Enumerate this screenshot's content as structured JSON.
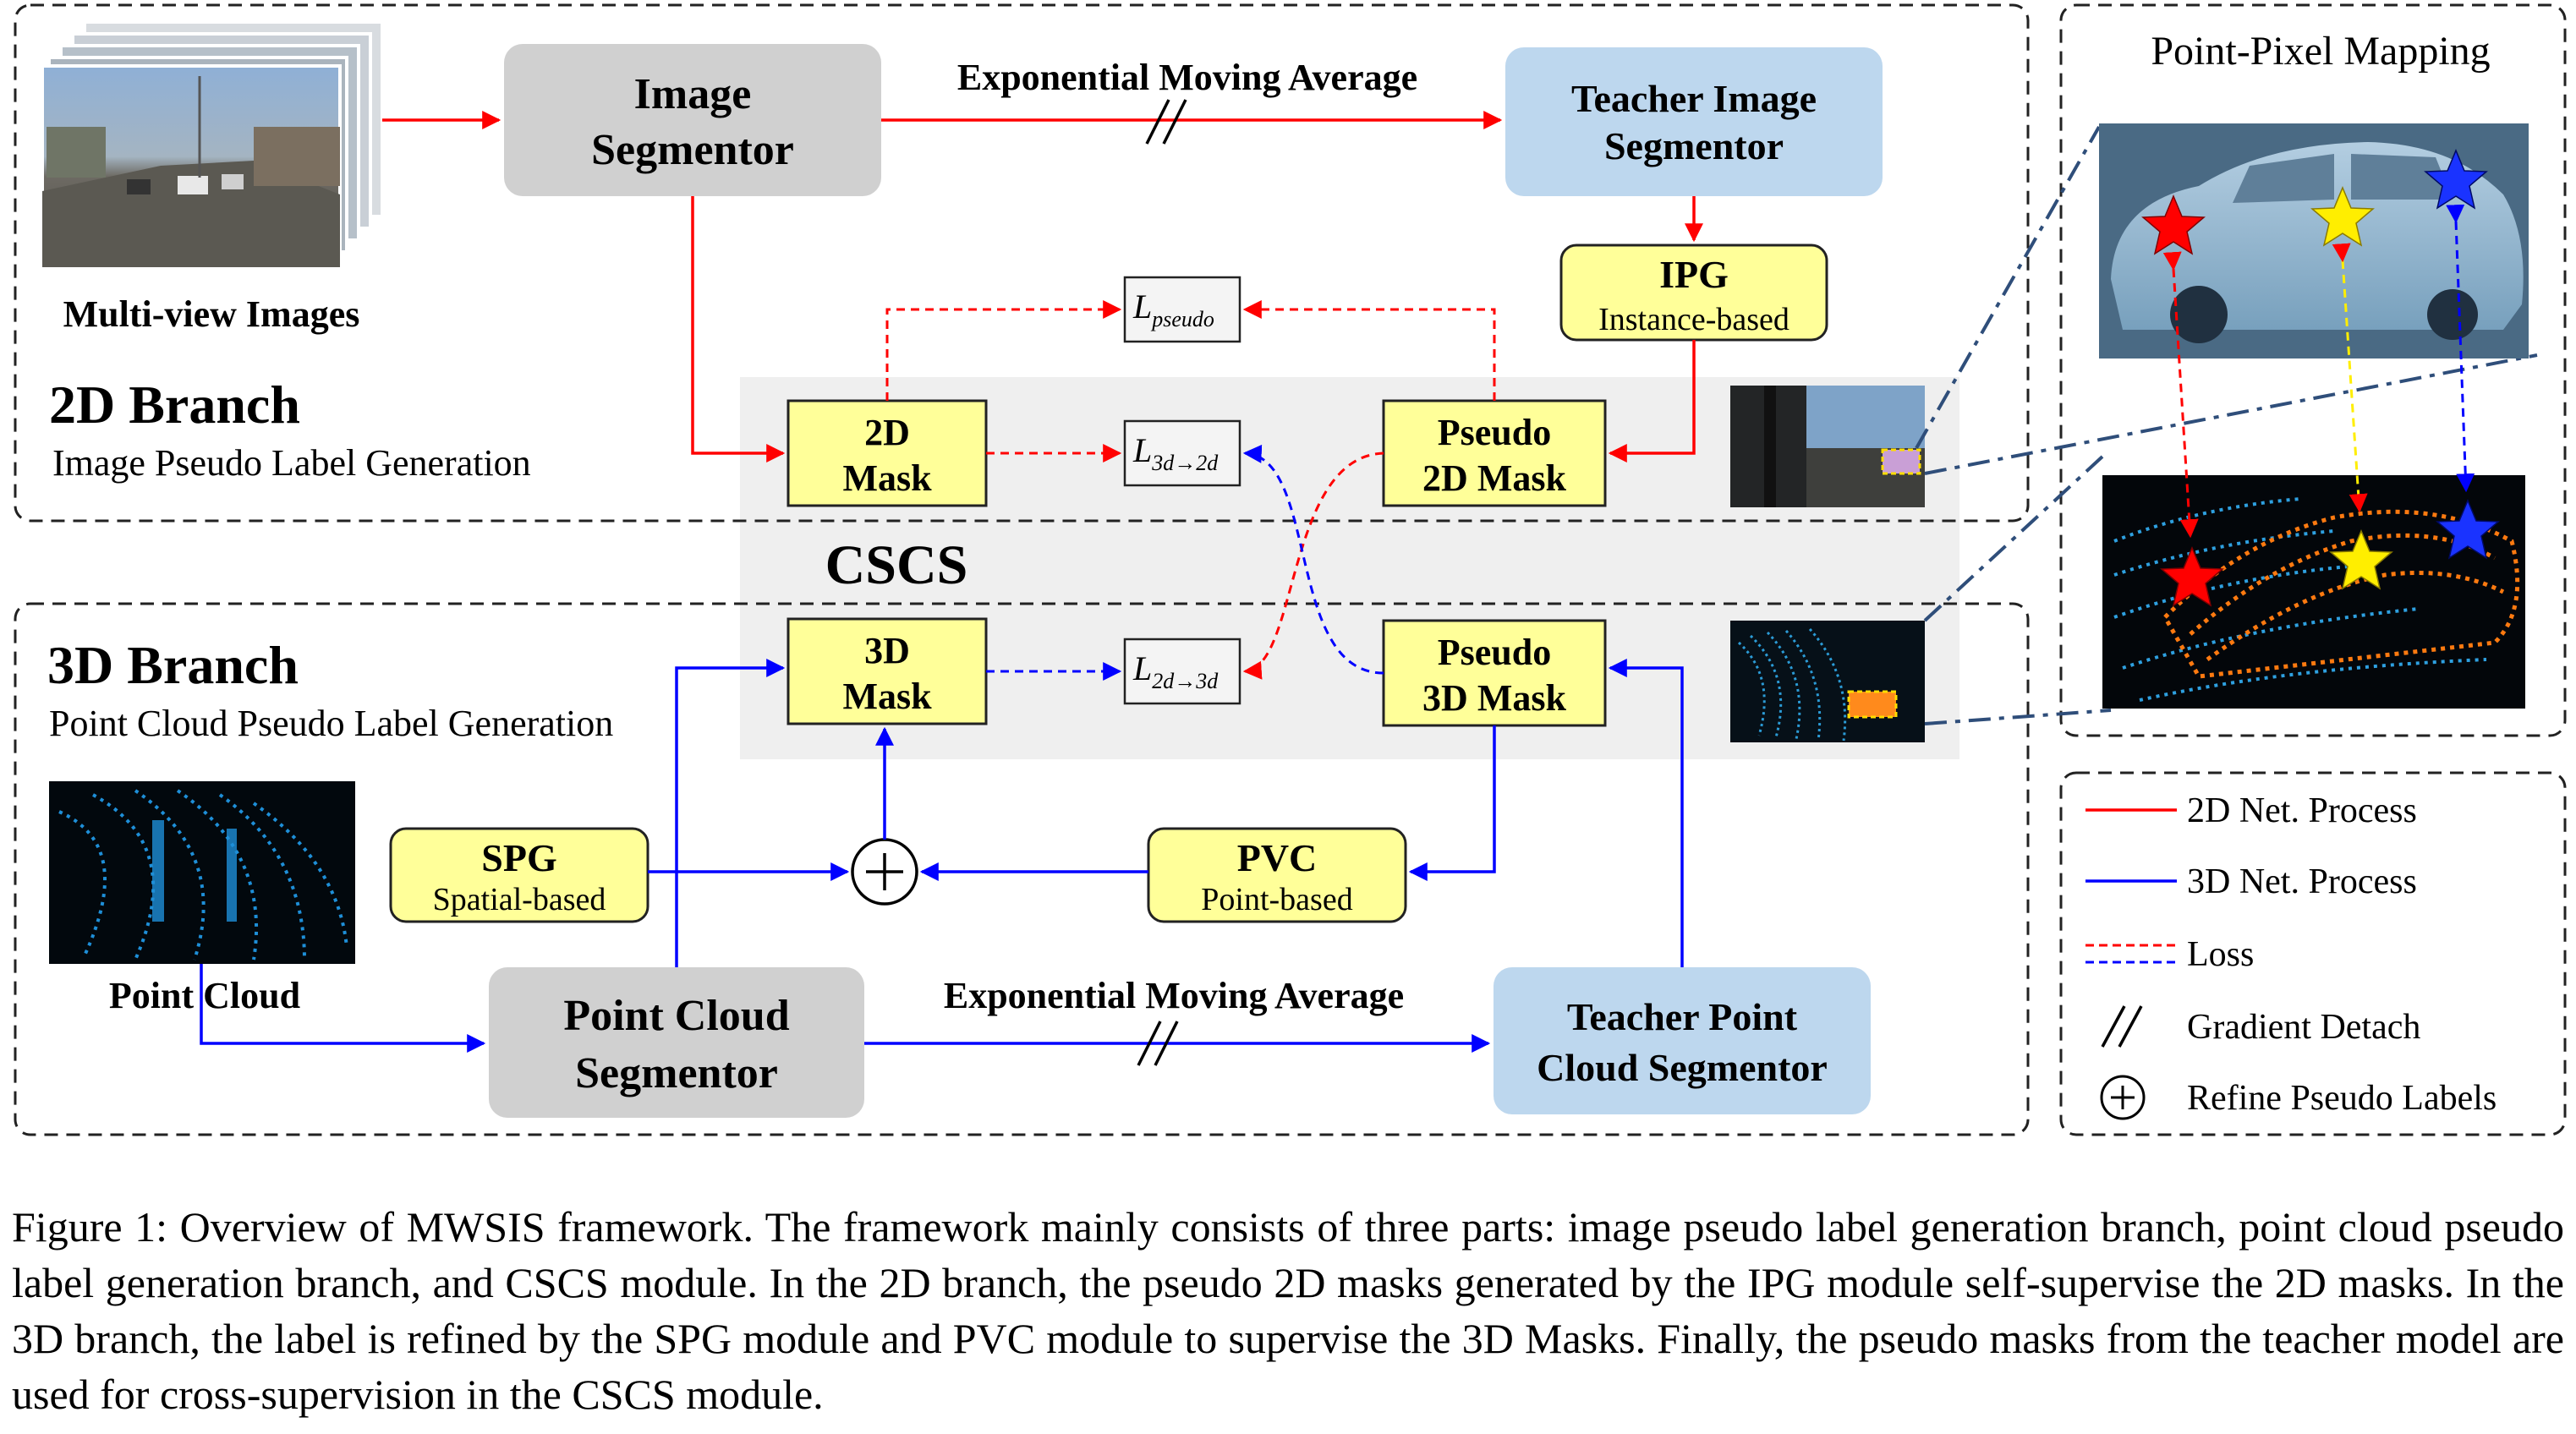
{
  "branch_2d": {
    "title": "2D Branch",
    "subtitle": "Image Pseudo Label Generation",
    "input_label": "Multi-view Images",
    "segmentor_line1": "Image",
    "segmentor_line2": "Segmentor",
    "ema_label": "Exponential Moving Average",
    "teacher_line1": "Teacher Image",
    "teacher_line2": "Segmentor",
    "ipg_title": "IPG",
    "ipg_sub": "Instance-based",
    "mask_line1": "2D",
    "mask_line2": "Mask",
    "pseudo_line1": "Pseudo",
    "pseudo_line2": "2D Mask"
  },
  "branch_3d": {
    "title": "3D Branch",
    "subtitle": "Point Cloud Pseudo Label Generation",
    "input_label": "Point Cloud",
    "segmentor_line1": "Point Cloud",
    "segmentor_line2": "Segmentor",
    "ema_label": "Exponential Moving Average",
    "teacher_line1": "Teacher Point",
    "teacher_line2": "Cloud Segmentor",
    "spg_title": "SPG",
    "spg_sub": "Spatial-based",
    "pvc_title": "PVC",
    "pvc_sub": "Point-based",
    "mask_line1": "3D",
    "mask_line2": "Mask",
    "pseudo_line1": "Pseudo",
    "pseudo_line2": "3D Mask"
  },
  "cscs": {
    "label": "CSCS"
  },
  "losses": {
    "pseudo_main": "L",
    "pseudo_sub": "pseudo",
    "l3d2d_main": "L",
    "l3d2d_sub": "3d→2d",
    "l2d3d_main": "L",
    "l2d3d_sub": "2d→3d"
  },
  "mapping": {
    "title": "Point-Pixel Mapping"
  },
  "legend": {
    "items": [
      {
        "label": "2D Net. Process",
        "color": "#ff0000",
        "style": "solid"
      },
      {
        "label": "3D Net. Process",
        "color": "#0000ff",
        "style": "solid"
      },
      {
        "label": "Loss",
        "color": "#ff0000",
        "style": "dashed"
      },
      {
        "label": "Gradient Detach",
        "style": "detach"
      },
      {
        "label": "Refine Pseudo Labels",
        "style": "plus"
      }
    ]
  },
  "colors": {
    "net_2d": "#ff0000",
    "net_3d": "#0000ff",
    "module_fill": "#ffff99",
    "teacher_fill": "#bdd7ee",
    "student_fill": "#d0d0d0",
    "cscs_band": "#efefef"
  },
  "caption": "Figure 1: Overview of MWSIS framework. The framework mainly consists of three parts: image pseudo label generation branch, point cloud pseudo label generation branch, and CSCS module. In the 2D branch, the pseudo 2D masks generated by the IPG module self-supervise the 2D masks. In the 3D branch, the label is refined by the SPG module and PVC module to supervise the 3D Masks. Finally, the pseudo masks from the teacher model are used for cross-supervision in the CSCS module."
}
